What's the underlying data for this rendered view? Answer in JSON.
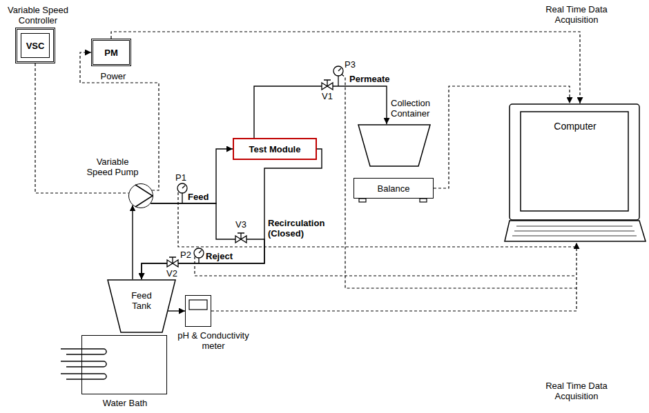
{
  "diagram": {
    "nodes": [
      {
        "text": [
          "Variable Speed Controller"
        ]
      },
      {
        "text": [
          "VSC"
        ],
        "in": 0
      },
      {
        "text": [
          "PM",
          "Power"
        ]
      },
      {
        "text": [
          "Variable Speed Pump"
        ]
      },
      {
        "text": [
          "Test Module"
        ]
      },
      {
        "text": [
          "Collection Container"
        ]
      },
      {
        "text": [
          "Balance"
        ]
      },
      {
        "text": [
          "Computer"
        ]
      },
      {
        "text": [
          "Feed Tank"
        ]
      },
      {
        "text": [
          "Water Bath"
        ]
      },
      {
        "text": [
          "pH & Conductivity meter"
        ]
      }
    ],
    "edges": [
      {
        "from": 0,
        "to": 3,
        "arrow": "none"
      },
      {
        "from": 3,
        "to": 2,
        "arrow": "to"
      },
      {
        "from": 2,
        "to": 7,
        "arrow": "to"
      },
      {
        "from": 6,
        "to": 7,
        "arrow": "to"
      },
      {
        "from": 3,
        "to": 4,
        "arrow": "to"
      },
      {
        "from": 4,
        "to": 5,
        "arrow": "to"
      },
      {
        "from": 4,
        "to": 8,
        "arrow": "to"
      },
      {
        "from": 3,
        "to": 8,
        "arrow": "to"
      },
      {
        "from": 8,
        "to": 3,
        "arrow": "to"
      },
      {
        "from": 8,
        "to": 10,
        "arrow": "to"
      },
      {
        "from": 10,
        "to": 7,
        "arrow": "to"
      }
    ],
    "labels": [
      "P1",
      "Feed",
      "V3",
      "Recirculation (Closed)",
      "P2",
      "Reject",
      "V2",
      "V1",
      "P3",
      "Permeate",
      "Real Time Data Acquisition",
      "Real Time Data Acquisition"
    ]
  }
}
